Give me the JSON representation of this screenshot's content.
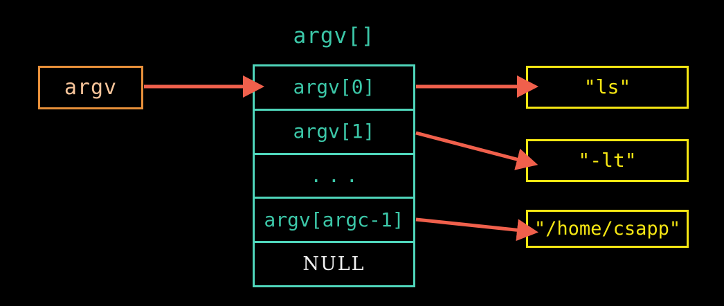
{
  "figure": {
    "background_color": "#000000",
    "title": "argv[]"
  },
  "colors": {
    "pointer_border": "#e8903a",
    "pointer_text": "#f7c49a",
    "array_border": "#4fd6bb",
    "array_text": "#3cc7a8",
    "string_box": "#f5e613",
    "arrow": "#f0604c",
    "null_text": "#f2f2f2"
  },
  "pointer": {
    "label": "argv"
  },
  "array": {
    "title": "argv[]",
    "cells": [
      {
        "label": "argv[0]",
        "kind": "entry"
      },
      {
        "label": "argv[1]",
        "kind": "entry"
      },
      {
        "label": "...",
        "kind": "ellipsis"
      },
      {
        "label": "argv[argc-1]",
        "kind": "entry"
      },
      {
        "label": "NULL",
        "kind": "null"
      }
    ]
  },
  "strings": [
    {
      "label": "\"ls\""
    },
    {
      "label": "\"-lt\""
    },
    {
      "label": "\"/home/csapp\""
    }
  ],
  "arrows": [
    {
      "name": "argv-to-array",
      "from": "argv",
      "to": "argv[0] cell"
    },
    {
      "name": "argv0-to-ls",
      "from": "argv[0]",
      "to": "\"ls\""
    },
    {
      "name": "argv1-to-lt",
      "from": "argv[1]",
      "to": "\"-lt\""
    },
    {
      "name": "argvlast-to-home",
      "from": "argv[argc-1]",
      "to": "\"/home/csapp\""
    }
  ]
}
